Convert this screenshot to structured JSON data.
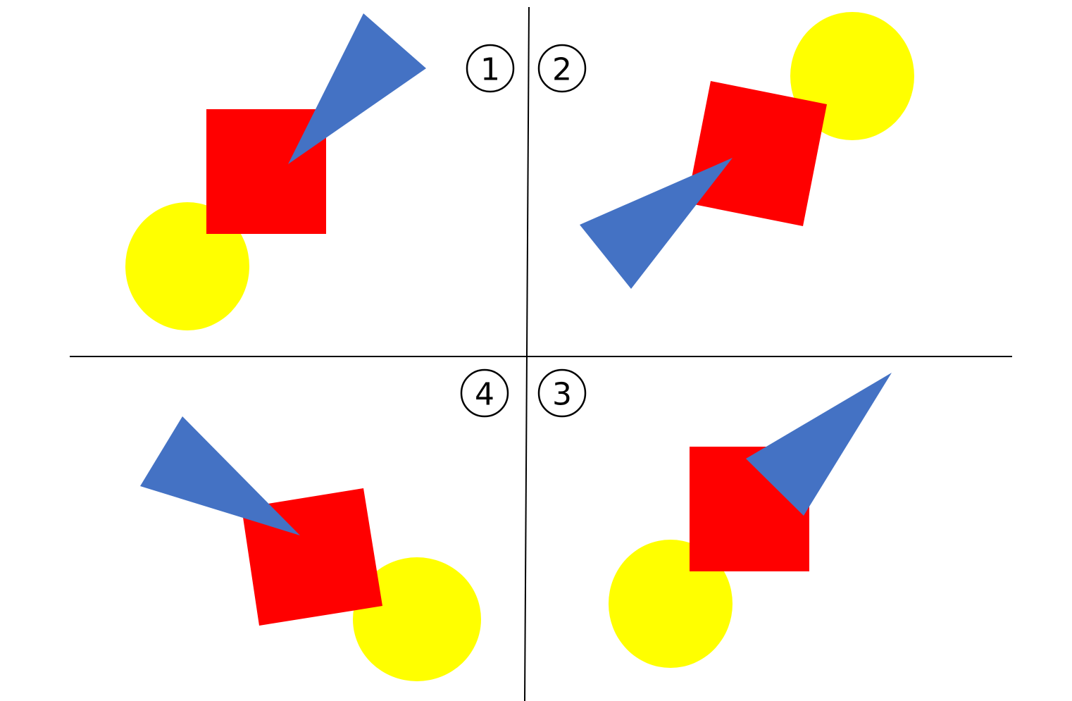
{
  "colors": {
    "background": "#ffffff",
    "divider": "#000000",
    "square": "#ff0000",
    "triangle": "#4472c4",
    "circle": "#ffff00",
    "label": "#000000"
  },
  "quadrants": [
    {
      "id": "q1",
      "label": "1",
      "shapes": [
        "circle",
        "square",
        "triangle"
      ]
    },
    {
      "id": "q2",
      "label": "2",
      "shapes": [
        "circle",
        "square",
        "triangle"
      ]
    },
    {
      "id": "q3",
      "label": "3",
      "shapes": [
        "circle",
        "square",
        "triangle"
      ]
    },
    {
      "id": "q4",
      "label": "4",
      "shapes": [
        "circle",
        "square",
        "triangle"
      ]
    }
  ]
}
